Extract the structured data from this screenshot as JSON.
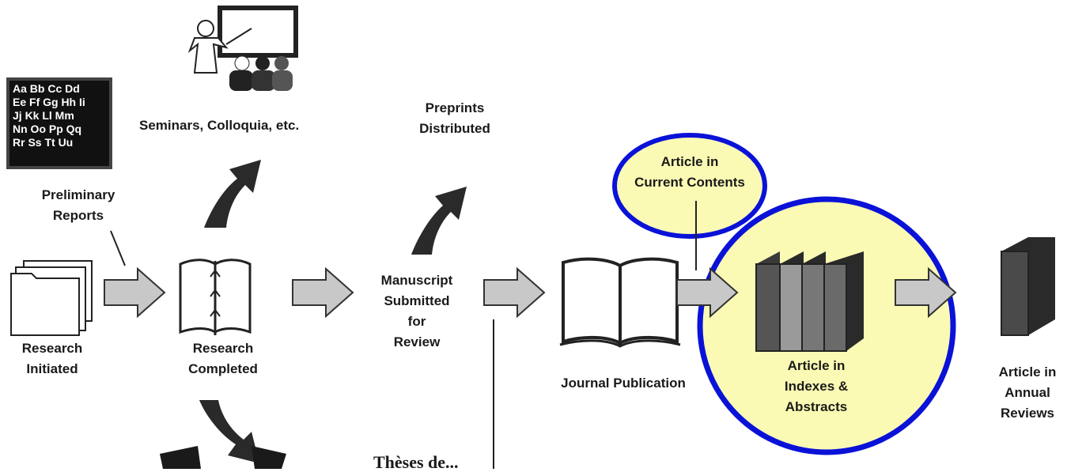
{
  "chalkboard": {
    "lines": [
      "Aa Bb Cc Dd",
      "Ee Ff Gg Hh Ii",
      "Jj Kk Ll Mm",
      "Nn Oo Pp Qq",
      "Rr Ss Tt Uu"
    ]
  },
  "labels": {
    "seminars": "Seminars, Colloquia, etc.",
    "preliminary_reports": [
      "Preliminary",
      "Reports"
    ],
    "preprints": [
      "Preprints",
      "Distributed"
    ],
    "current_contents": [
      "Article in",
      "Current Contents"
    ],
    "research_initiated": [
      "Research",
      "Initiated"
    ],
    "research_completed": [
      "Research",
      "Completed"
    ],
    "manuscript": [
      "Manuscript",
      "Submitted",
      "for",
      "Review"
    ],
    "journal_publication": "Journal Publication",
    "indexes_abstracts": [
      "Article in",
      "Indexes &",
      "Abstracts"
    ],
    "annual_reviews": [
      "Article in",
      "Annual",
      "Reviews"
    ],
    "bottom_text": "Thèses de..."
  },
  "colors": {
    "highlight_fill": "#fafab4",
    "highlight_stroke": "#0a12d8",
    "arrow_fill": "#c8c8c8",
    "dark": "#2a2a2a"
  }
}
